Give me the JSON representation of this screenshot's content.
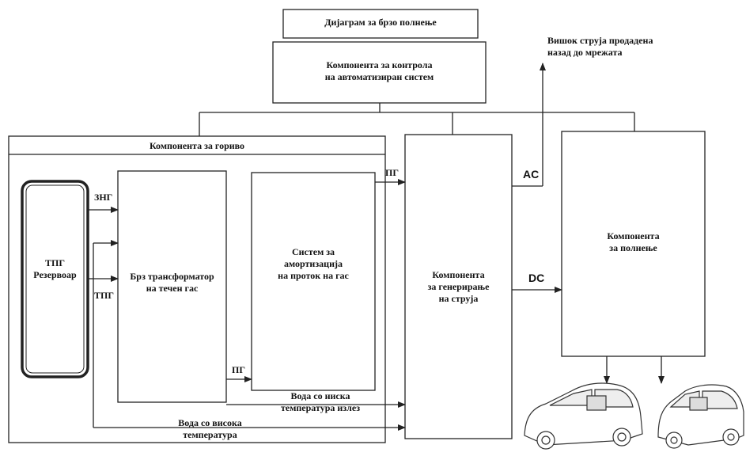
{
  "diagram": {
    "title": "Дијаграм за брзо полнење",
    "control_component": [
      "Компонента за контрола",
      "на автоматизиран систем"
    ],
    "excess_current": [
      "Вишок струја продадена",
      "назад до мрежата"
    ],
    "fuel_component": "Компонента за гориво",
    "lng_tank": [
      "ТПГ",
      "Резервоар"
    ],
    "znq_label": "ЗНГ",
    "tpg_label": "ТПГ",
    "transformer": [
      "Брз трансформатор",
      "на течен гас"
    ],
    "damping_system": [
      "Систем за",
      "амортизација",
      "на проток на гас"
    ],
    "pg_top": "ПГ",
    "pg_bottom": "ПГ",
    "low_temp_water": [
      "Вода со ниска",
      "температура излез"
    ],
    "high_temp_water": [
      "Вода со висока",
      "температура"
    ],
    "generation_component": [
      "Компонента",
      "за генерирање",
      "на струја"
    ],
    "ac_label": "AC",
    "dc_label": "DC",
    "charging_component": [
      "Компонента",
      "за полнење"
    ],
    "car_left_icon": "electric-car-icon",
    "car_right_icon": "electric-car-icon"
  }
}
